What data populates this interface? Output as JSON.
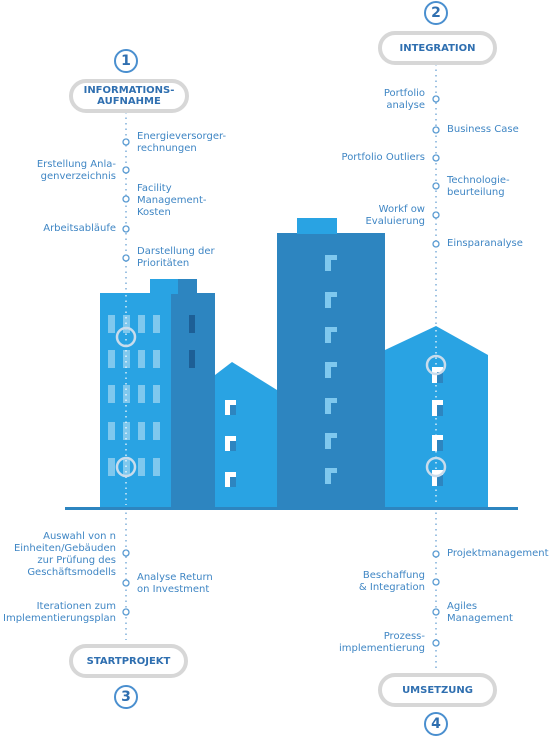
{
  "colors": {
    "accent": "#2f6fb0",
    "building_light": "#29a3e3",
    "building_dark": "#2d85c0",
    "dots": "#9fc3e3",
    "pill_border": "#d7d7d7"
  },
  "steps": [
    {
      "number": "1",
      "title": "INFORMATIONS-\nAUFNAHME"
    },
    {
      "number": "2",
      "title": "INTEGRATION"
    },
    {
      "number": "3",
      "title": "STARTPROJEKT"
    },
    {
      "number": "4",
      "title": "UMSETZUNG"
    }
  ],
  "step1_items": {
    "right": [
      "Energieversorger-\nrechnungen",
      "Facility\nManagement-\nKosten",
      "Darstellung der\nPrioritäten"
    ],
    "left": [
      "Erstellung Anla-\ngenverzeichnis",
      "Arbeitsabläufe"
    ]
  },
  "step2_items": {
    "left": [
      "Portfolio\nanalyse",
      "Portfolio Outliers",
      "Workf ow\nEvaluierung"
    ],
    "right": [
      "Business Case",
      "Technologie-\nbeurteilung",
      "Einsparanalyse"
    ]
  },
  "step3_items": {
    "left": [
      "Auswahl von n\nEinheiten/Gebäuden\nzur Prüfung des\nGeschäftsmodells",
      "Iterationen zum\nImplementierungsplan"
    ],
    "right": [
      "Analyse Return\non Investment"
    ]
  },
  "step4_items": {
    "right": [
      "Projektmanagement",
      "Agiles\nManagement"
    ],
    "left": [
      "Beschaffung\n& Integration",
      "Prozess-\nimplementierung"
    ]
  }
}
